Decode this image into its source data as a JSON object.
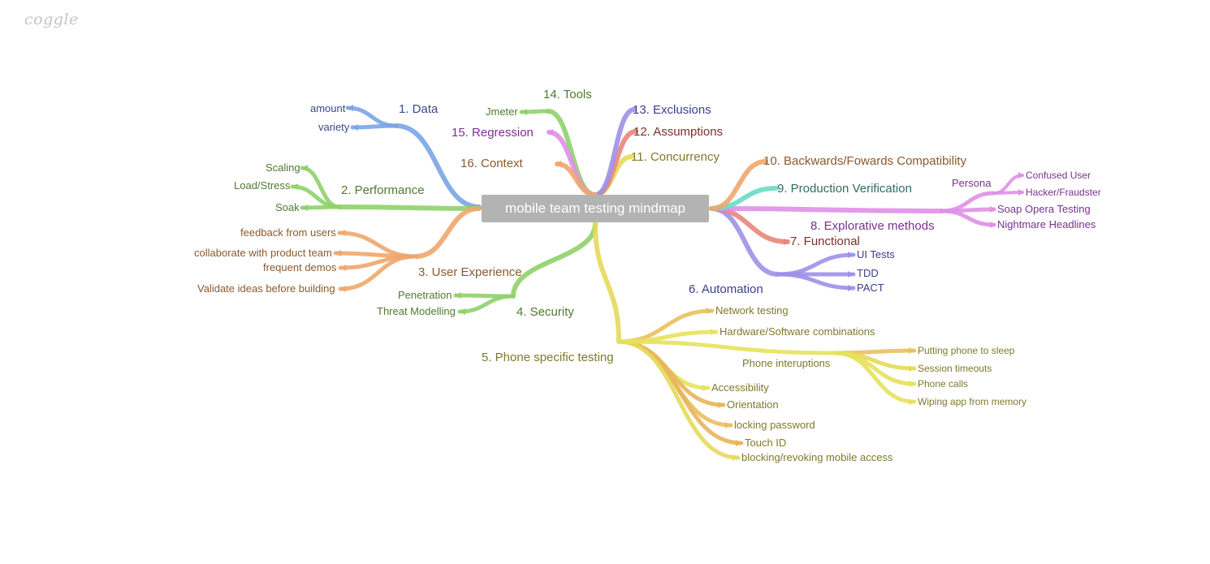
{
  "app": {
    "logo": "coggle"
  },
  "colors": {
    "data": "#7aa5e6",
    "performance": "#8fd16a",
    "ux": "#f0a66c",
    "security": "#8fd16a",
    "phone": "#e6d95a",
    "automation": "#9d90e8",
    "functional": "#e8867a",
    "explorative": "#e08fe8",
    "production": "#6adbc4",
    "backwards": "#f0a66c",
    "concurrency": "#e6d95a",
    "assumptions": "#e8867a",
    "exclusions": "#9d90e8",
    "tools": "#8fd16a",
    "regression": "#e08fe8",
    "context": "#f0a66c"
  },
  "mindmap": {
    "center": "mobile team testing mindmap",
    "branches": {
      "data": {
        "label": "1.  Data",
        "children": [
          "amount",
          "variety"
        ]
      },
      "performance": {
        "label": "2.  Performance",
        "children": [
          "Scaling",
          "Load/Stress",
          "Soak"
        ]
      },
      "user_experience": {
        "label": "3.  User Experience",
        "children": [
          "feedback from users",
          "collaborate with product team",
          "frequent demos",
          "Validate ideas before building"
        ]
      },
      "security": {
        "label": "4.  Security",
        "children": [
          "Penetration",
          "Threat Modelling"
        ]
      },
      "phone_specific": {
        "label": "5.  Phone specific testing",
        "children": [
          "Network testing",
          "Hardware/Software combinations",
          "Phone interuptions",
          "Accessibility",
          "Orientation",
          "locking password",
          "Touch ID",
          "blocking/revoking mobile access"
        ],
        "interruptions": [
          "Putting phone to sleep",
          "Session timeouts",
          "Phone calls",
          "Wiping app from memory"
        ]
      },
      "automation": {
        "label": "6.  Automation",
        "children": [
          "UI Tests",
          "TDD",
          "PACT"
        ]
      },
      "functional": {
        "label": "7.  Functional"
      },
      "explorative": {
        "label": "8.  Explorative methods",
        "children": [
          "Persona",
          "Soap Opera Testing",
          "Nightmare Headlines"
        ],
        "persona_children": [
          "Confused User",
          "Hacker/Fraudster"
        ]
      },
      "production": {
        "label": "9.  Production Verification"
      },
      "backwards": {
        "label": "10.  Backwards/Fowards Compatibility"
      },
      "concurrency": {
        "label": "11.  Concurrency"
      },
      "assumptions": {
        "label": "12.  Assumptions"
      },
      "exclusions": {
        "label": "13.  Exclusions"
      },
      "tools": {
        "label": "14.  Tools",
        "children": [
          "Jmeter"
        ]
      },
      "regression": {
        "label": "15.  Regression"
      },
      "context": {
        "label": "16.  Context"
      }
    }
  }
}
